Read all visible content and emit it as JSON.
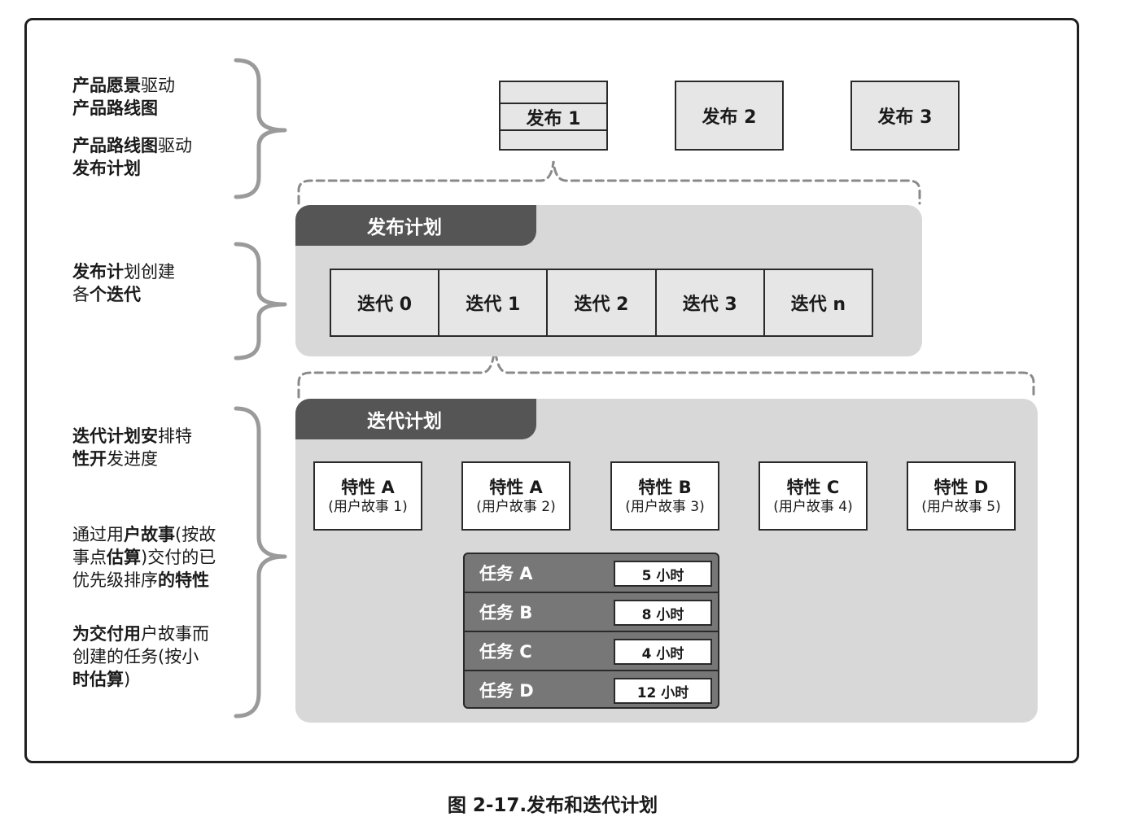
{
  "side_notes": {
    "n1": {
      "bold1": "产品愿景",
      "text1": "驱动",
      "bold2": "产品路线图"
    },
    "n2": {
      "bold1": "产品路线图",
      "text1": "驱动",
      "bold2": "发布计划"
    },
    "n3": {
      "bold1": "发布计",
      "text1": "划创建",
      "text2": "各",
      "bold2": "个迭代"
    },
    "n4": {
      "bold1": "迭代计划安",
      "text1": "排特",
      "bold2": "性开",
      "text2": "发进度"
    },
    "n5": {
      "text1": "通过用",
      "bold1": "户故事",
      "text2": "(按故",
      "text3": "事点",
      "bold2": "估算",
      "text4": ")交付的已",
      "text5": "优先级排序",
      "bold3": "的特性"
    },
    "n6": {
      "bold1": "为交付用",
      "text1": "户故事而",
      "text2": "创建的任务(按小",
      "bold2": "时估算",
      "text3": ")"
    }
  },
  "releases": [
    "发布 1",
    "发布 2",
    "发布 3"
  ],
  "release_plan": {
    "title": "发布计划",
    "iterations": [
      "迭代 0",
      "迭代 1",
      "迭代 2",
      "迭代 3",
      "迭代 n"
    ]
  },
  "iteration_plan": {
    "title": "迭代计划",
    "features": [
      {
        "name": "特性 A",
        "story": "(用户故事 1)"
      },
      {
        "name": "特性 A",
        "story": "(用户故事 2)"
      },
      {
        "name": "特性 B",
        "story": "(用户故事 3)"
      },
      {
        "name": "特性 C",
        "story": "(用户故事 4)"
      },
      {
        "name": "特性 D",
        "story": "(用户故事 5)"
      }
    ],
    "tasks": [
      {
        "name": "任务 A",
        "hours": "5 小时"
      },
      {
        "name": "任务 B",
        "hours": "8 小时"
      },
      {
        "name": "任务 C",
        "hours": "4 小时"
      },
      {
        "name": "任务 D",
        "hours": "12 小时"
      }
    ]
  },
  "caption": "图 2-17.发布和迭代计划",
  "colors": {
    "panel": "#d8d8d8",
    "tab": "#555555",
    "task_bg": "#777777",
    "bracket": "#9a9a9a"
  }
}
